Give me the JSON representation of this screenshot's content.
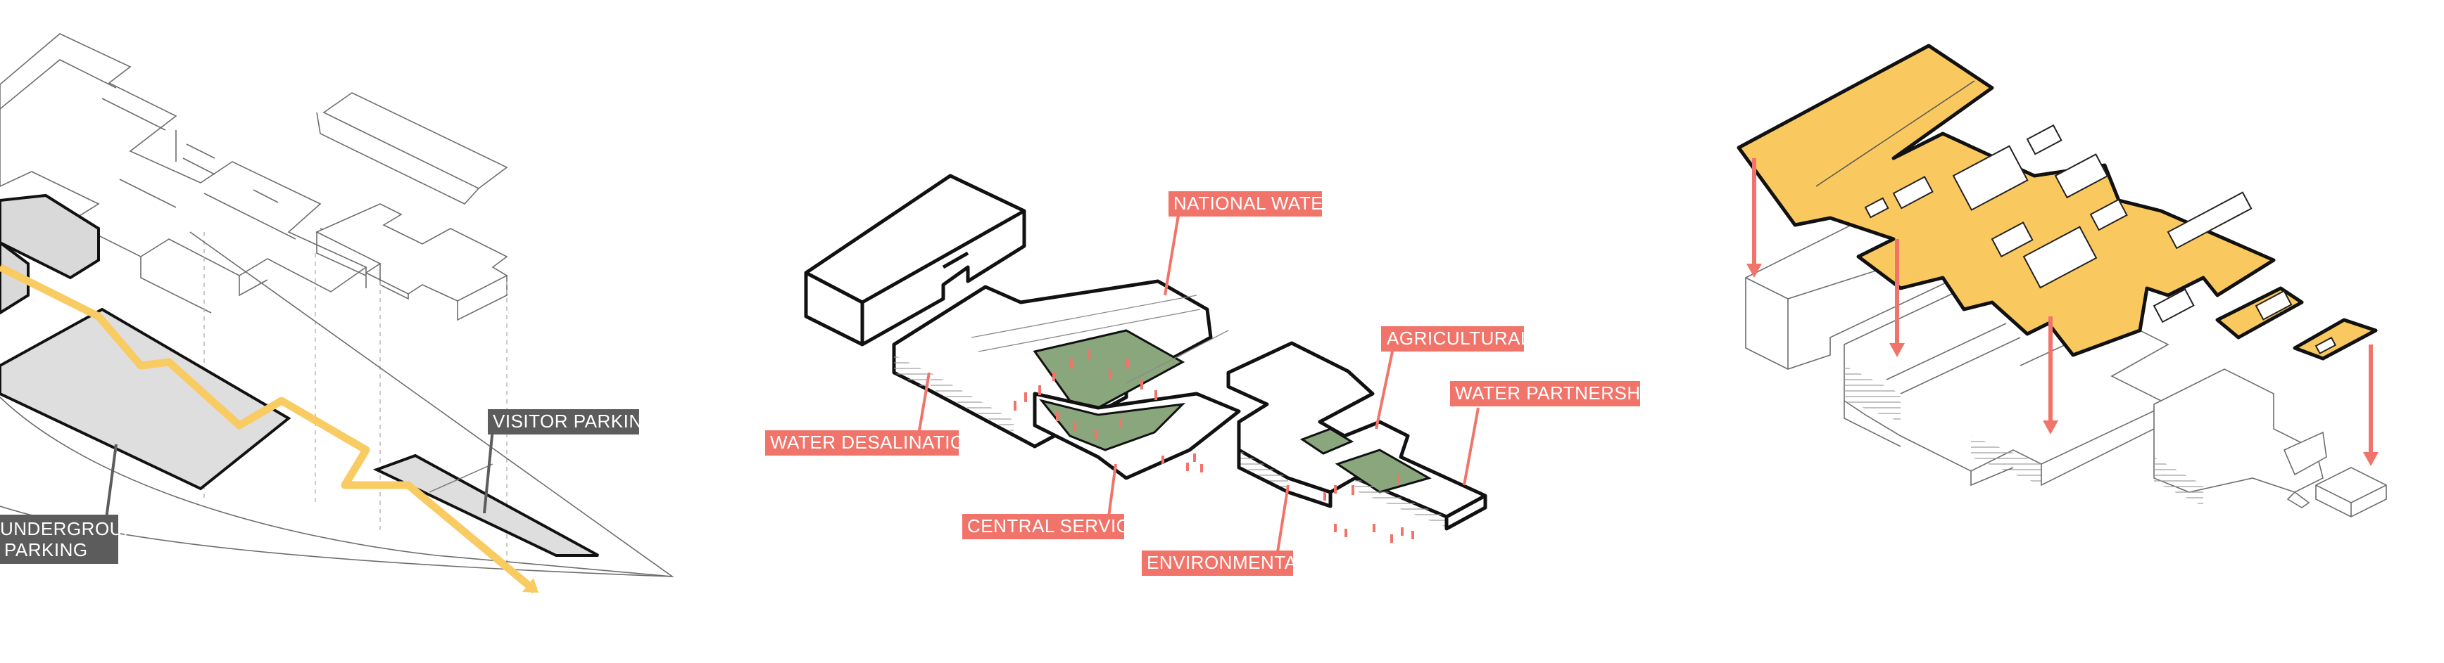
{
  "colors": {
    "callout_red": "#f1746a",
    "callout_dark": "#5c5c5c",
    "path_yellow": "#f9cb63",
    "roof_yellow": "#f9c95f",
    "green_court": "#8aa67c",
    "parking_gray": "#dedede"
  },
  "panel_parking": {
    "visitor_parking": "VISITOR PARKING",
    "underground_line1": "UNDERGROUND",
    "underground_line2": "PARKING"
  },
  "panel_program": {
    "national_water": "NATIONAL WATER",
    "agricultural": "AGRICULTURAL",
    "water_partnership": "WATER PARTNERSHIP",
    "water_desalination": "WATER DESALINATION",
    "central_service": "CENTRAL SERVICE",
    "environmental": "ENVIRONMENTAL"
  },
  "panel_roof": {
    "arrow_icon": "down-arrow-icon",
    "arrow_count": 4
  }
}
